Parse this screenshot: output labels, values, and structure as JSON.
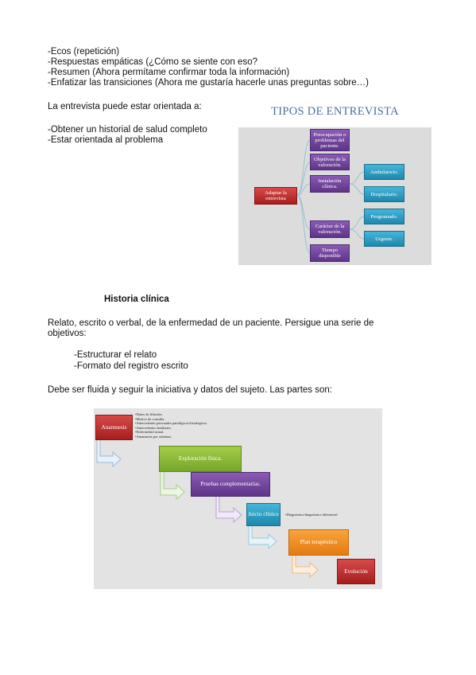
{
  "intro_list": [
    "-Ecos (repetición)",
    "-Respuestas empáticas (¿Cómo se siente con eso?",
    "-Resumen (Ahora permítame confirmar toda la información)",
    "-Enfatizar las transiciones (Ahora me gustaría hacerle unas preguntas sobre…)"
  ],
  "orientation_intro": "La entrevista puede estar orientada a:",
  "orientation_list": [
    "-Obtener un historial de salud completo",
    "-Estar orientada al problema"
  ],
  "diagram1": {
    "title": "TIPOS DE ENTREVISTA",
    "root": "Adaptar la entrevista",
    "branches": [
      "Preocupación o problemas del paciente.",
      "Objetivos de la valoración.",
      "Instalación clínica.",
      "Carácter de la valoración.",
      "Tiempo disponible"
    ],
    "installation_children": [
      "Ambulatorio.",
      "Hospitalario."
    ],
    "character_children": [
      "Programado.",
      "Urgente."
    ]
  },
  "historia_heading": "Historia clínica",
  "historia_paragraph_1": "Relato, escrito o verbal, de la enfermedad de un paciente. Persigue una serie de",
  "historia_paragraph_2": "objetivos:",
  "objectives": [
    "-Estructurar el relato",
    "-Formato del registro escrito"
  ],
  "parts_intro": "Debe ser fluida y seguir la iniciativa y datos del sujeto. Las partes son:",
  "diagram2": {
    "steps": [
      "Anamnesis",
      "Exploración física.",
      "Pruebas complementarias.",
      "Juicio clínico",
      "Plan terapéutico",
      "Evolución"
    ],
    "anamnesis_notes": [
      "•Datos de filiación.",
      "•Motivo de consulta.",
      "•Antecedentes personales patológicos/fisiológicos.",
      "•Antecedentes familiares.",
      "•Enfermedad actual.",
      "•Anamnesis por sistemas."
    ],
    "juicio_note": "•Diagnóstico/diagnóstico diferencial"
  }
}
